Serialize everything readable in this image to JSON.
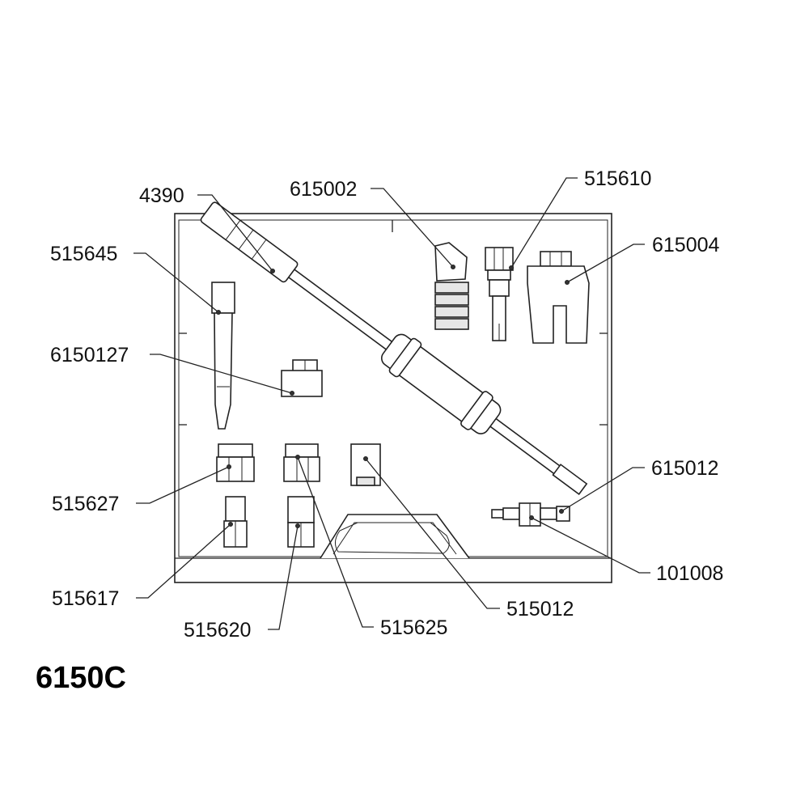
{
  "kit": {
    "model": "6150C"
  },
  "callouts": {
    "c4390": "4390",
    "c615002": "615002",
    "c515610": "515610",
    "c515645": "515645",
    "c615004": "615004",
    "c6150127": "6150127",
    "c515627": "515627",
    "c615012": "615012",
    "c101008": "101008",
    "c515617": "515617",
    "c515012": "515012",
    "c515620": "515620",
    "c515625": "515625"
  }
}
